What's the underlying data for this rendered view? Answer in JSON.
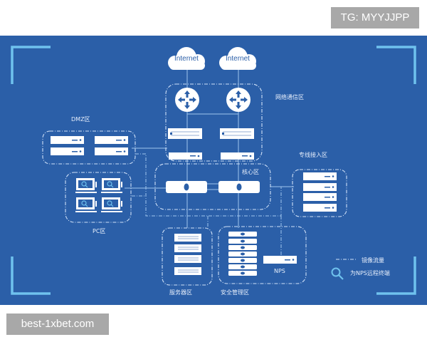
{
  "watermarks": {
    "top_right": "TG: MYYJJPP",
    "bottom_left": "best-1xbet.com"
  },
  "colors": {
    "background": "#2b5fa8",
    "device": "#ffffff",
    "corner_bracket": "#6fc2ee",
    "link_line": "#9fc4ee",
    "label": "#e6eefb"
  },
  "diagram": {
    "clouds": [
      {
        "label": "Internet"
      },
      {
        "label": "Internet"
      }
    ],
    "zones": {
      "network_comm": "网络通信区",
      "dmz": "DMZ区",
      "core": "核心区",
      "leased_line": "专线接入区",
      "pc": "PC区",
      "server": "服务器区",
      "security_mgmt": "安全管理区"
    },
    "devices": {
      "nps": "NPS"
    },
    "legend": [
      {
        "icon": "dash-dot-line",
        "label": "镜像流量"
      },
      {
        "icon": "magnifier-icon",
        "label": "为NPS远程终端"
      }
    ]
  }
}
